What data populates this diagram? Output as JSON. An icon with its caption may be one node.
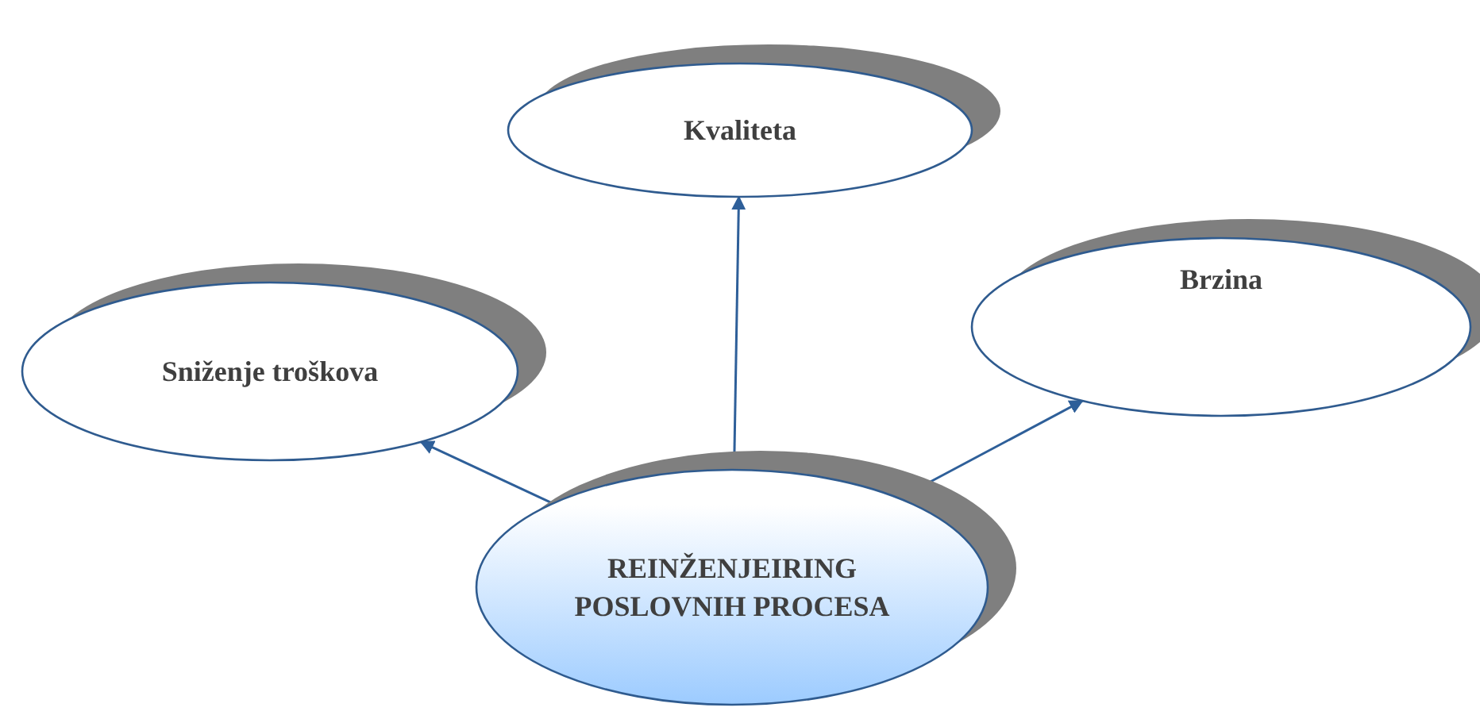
{
  "diagram": {
    "nodes": [
      {
        "text": [
          "Kvaliteta"
        ]
      },
      {
        "text": [
          "Brzina"
        ]
      },
      {
        "text": [
          "Sniženje troškova"
        ]
      },
      {
        "text": [
          "REINŽENJEIRING POSLOVNIH PROCESA"
        ]
      }
    ],
    "edges": [
      {
        "from": 3,
        "to": 0,
        "arrow": "to"
      },
      {
        "from": 3,
        "to": 1,
        "arrow": "to"
      },
      {
        "from": 3,
        "to": 2,
        "arrow": "to"
      }
    ]
  }
}
